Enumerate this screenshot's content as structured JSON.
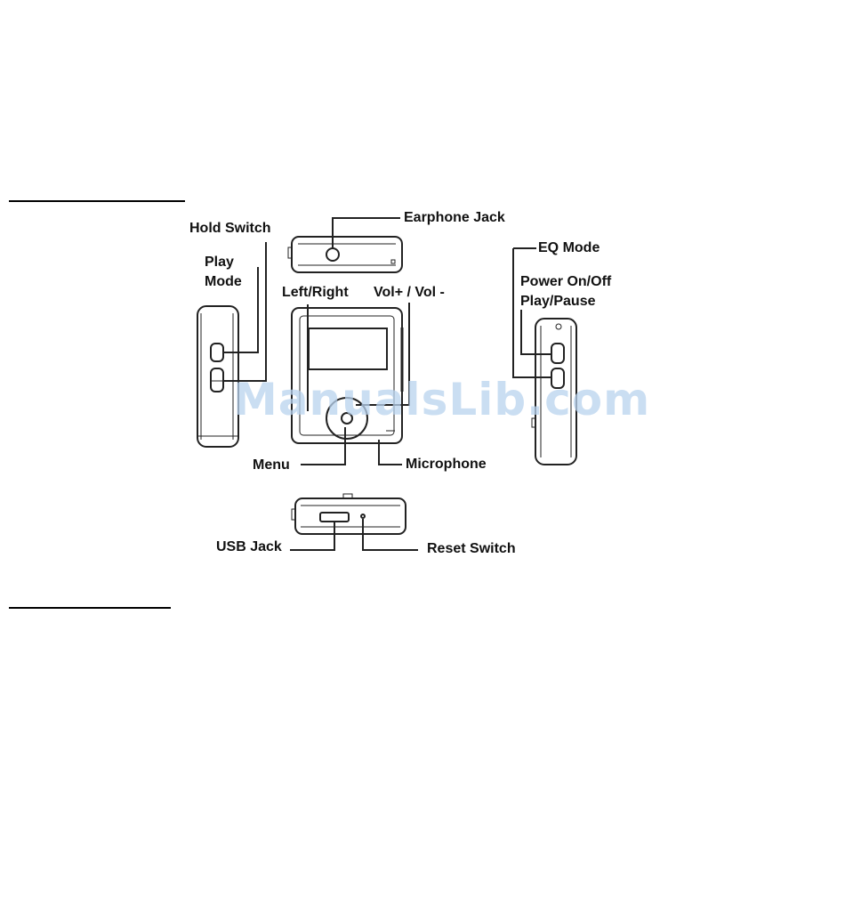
{
  "labels": {
    "hold_switch": "Hold Switch",
    "play": "Play",
    "mode": "Mode",
    "earphone_jack": "Earphone Jack",
    "left_right": "Left/Right",
    "vol": "Vol+ / Vol -",
    "eq_mode": "EQ Mode",
    "power_on_off": "Power On/Off",
    "play_pause": "Play/Pause",
    "menu": "Menu",
    "microphone": "Microphone",
    "usb_jack": "USB Jack",
    "reset_switch": "Reset Switch"
  },
  "watermark": "ManualsLib.com"
}
